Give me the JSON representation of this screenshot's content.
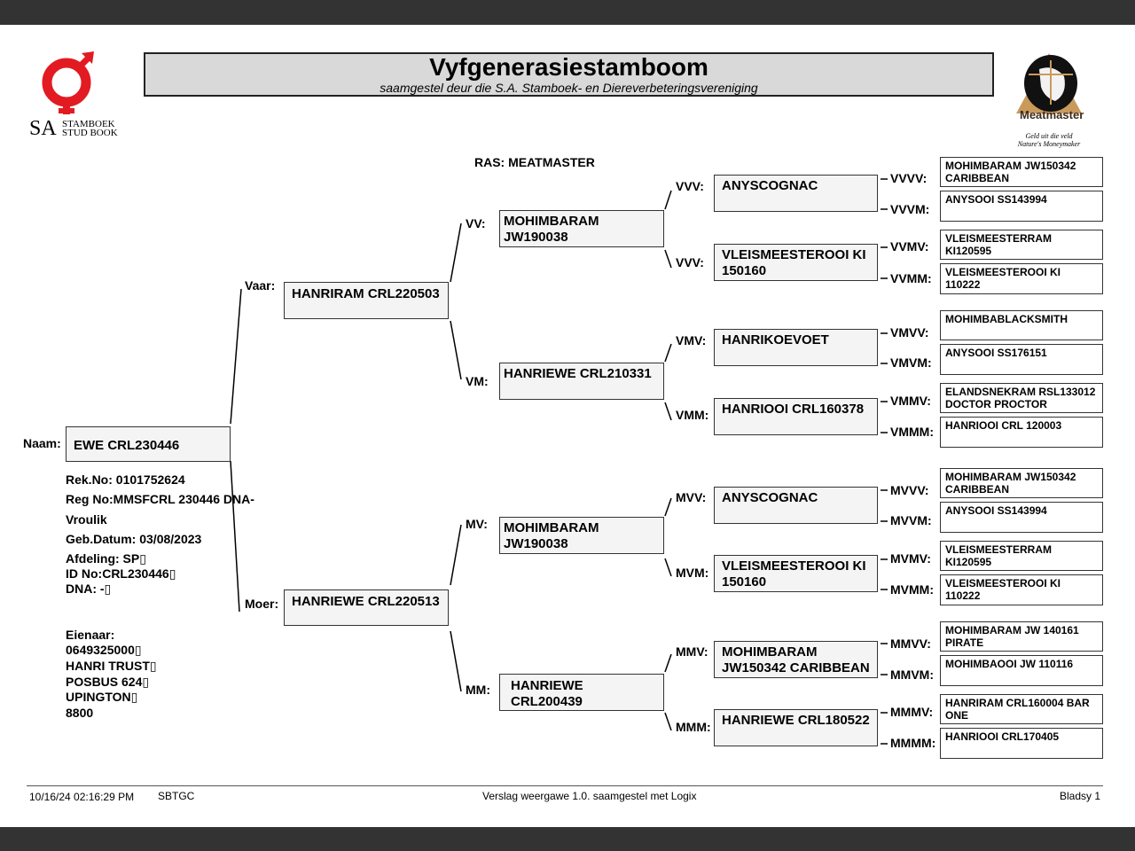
{
  "header": {
    "title": "Vyfgenerasiestamboom",
    "subtitle": "saamgestel deur die S.A. Stamboek- en Diereverbeteringsvereniging"
  },
  "logos": {
    "left_sa": "SA",
    "left_small_1": "STAMBOEK",
    "left_small_2": "STUD BOOK",
    "right_brand": "Meatmaster",
    "right_tag_1": "Geld uit die veld",
    "right_tag_2": "Nature's Moneymaker"
  },
  "ras": "RAS: MEATMASTER",
  "labels": {
    "naam": "Naam:",
    "vaar": "Vaar:",
    "moer": "Moer:",
    "vv": "VV:",
    "vm": "VM:",
    "mv": "MV:",
    "mm": "MM:",
    "vvv": "VVV:",
    "vvm": "VVV:",
    "vmv": "VMV:",
    "vmm": "VMM:",
    "mvv": "MVV:",
    "mvm": "MVM:",
    "mmv": "MMV:",
    "mmm": "MMM:",
    "vvvv": "VVVV:",
    "vvvm": "VVVM:",
    "vvmv": "VVMV:",
    "vvmm": "VVMM:",
    "vmvv": "VMVV:",
    "vmvm": "VMVM:",
    "vmmv": "VMMV:",
    "vmmm": "VMMM:",
    "mvvv": "MVVV:",
    "mvvm": "MVVM:",
    "mvmv": "MVMV:",
    "mvmm": "MVMM:",
    "mmvv": "MMVV:",
    "mmvm": "MMVM:",
    "mmmv": "MMMV:",
    "mmmm": "MMMM:"
  },
  "animal": {
    "name": "EWE CRL230446",
    "rek_no": "Rek.No: 0101752624",
    "reg_no": "Reg No:MMSFCRL 230446 DNA-",
    "sex": "Vroulik",
    "geb_datum": "Geb.Datum: 03/08/2023",
    "afdeling": "Afdeling: SP▯",
    "id_no": "ID No:CRL230446▯",
    "dna": "DNA: -▯"
  },
  "owner": {
    "label": "Eienaar:",
    "line1": "0649325000▯",
    "line2": "HANRI TRUST▯",
    "line3": "POSBUS 624▯",
    "line4": "UPINGTON▯",
    "line5": "8800"
  },
  "gen1": {
    "vaar": "HANRIRAM CRL220503",
    "moer": "HANRIEWE CRL220513"
  },
  "gen2": {
    "vv": "MOHIMBARAM\nJW190038",
    "vm": "HANRIEWE CRL210331",
    "mv": "MOHIMBARAM\nJW190038",
    "mm": "HANRIEWE CRL200439"
  },
  "gen3": {
    "vvv": "ANYSCOGNAC",
    "vvm": "VLEISMEESTEROOI KI\n150160",
    "vmv": "HANRIKOEVOET",
    "vmm": "HANRIOOI CRL160378",
    "mvv": "ANYSCOGNAC",
    "mvm": "VLEISMEESTEROOI KI\n150160",
    "mmv": "MOHIMBARAM\nJW150342 CARIBBEAN",
    "mmm": "HANRIEWE CRL180522"
  },
  "gen4": {
    "vvvv": "MOHIMBARAM JW150342\nCARIBBEAN",
    "vvvm": "ANYSOOI SS143994",
    "vvmv": "VLEISMEESTERRAM\nKI120595",
    "vvmm": "VLEISMEESTEROOI KI 110222",
    "vmvv": "MOHIMBABLACKSMITH",
    "vmvm": "ANYSOOI SS176151",
    "vmmv": "ELANDSNEKRAM RSL133012\nDOCTOR PROCTOR",
    "vmmm": "HANRIOOI CRL 120003",
    "mvvv": "MOHIMBARAM JW150342\nCARIBBEAN",
    "mvvm": "ANYSOOI SS143994",
    "mvmv": "VLEISMEESTERRAM\nKI120595",
    "mvmm": "VLEISMEESTEROOI KI 110222",
    "mmvv": "MOHIMBARAM JW 140161\nPIRATE",
    "mmvm": "MOHIMBAOOI JW 110116",
    "mmmv": "HANRIRAM CRL160004 BAR\nONE",
    "mmmm": "HANRIOOI CRL170405"
  },
  "footer": {
    "datetime": "10/16/24 02:16:29 PM",
    "org": "SBTGC",
    "report": "Verslag weergawe 1.0. saamgestel met Logix",
    "page": "Bladsy 1"
  },
  "colors": {
    "brand_red": "#e21b23",
    "header_gray": "#d9d9d9",
    "box_fill": "#f4f4f4"
  }
}
